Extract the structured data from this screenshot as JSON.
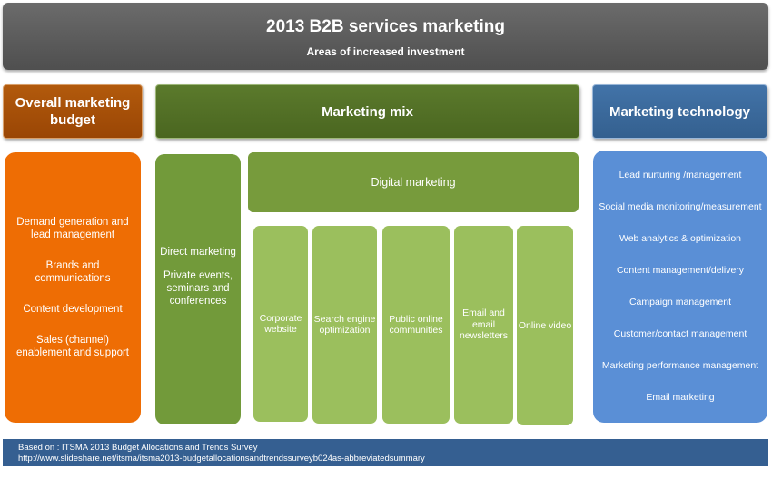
{
  "header": {
    "title": "2013 B2B services marketing",
    "subtitle": "Areas of increased investment"
  },
  "columns": {
    "budget": "Overall marketing budget",
    "mix": "Marketing mix",
    "technology": "Marketing technology"
  },
  "budget_items": [
    "Demand generation and lead management",
    "Brands and communications",
    "Content development",
    "Sales (channel) enablement and support"
  ],
  "direct_items": [
    "Direct marketing",
    "Private events, seminars and conferences"
  ],
  "digital": {
    "title": "Digital marketing",
    "items": [
      "Corporate website",
      "Search engine optimization",
      "Public online communities",
      "Email and email newsletters",
      "Online video"
    ]
  },
  "technology_items": [
    "Lead nurturing /management",
    "Social media monitoring/measurement",
    "Web analytics & optimization",
    "Content management/delivery",
    "Campaign management",
    "Customer/contact management",
    "Marketing performance management",
    "Email marketing"
  ],
  "footer": {
    "source": "Based on : ITSMA 2013 Budget Allocations and Trends Survey",
    "url": "http://www.slideshare.net/itsma/itsma2013-budgetallocationsandtrendssurveyb024as-abbreviatedsummary"
  },
  "colors": {
    "header": "#5e5e5e",
    "budget": "#ee6d04",
    "budget_header": "#a44f08",
    "mix_header": "#54712a",
    "direct": "#729a3a",
    "digital": "#779b3c",
    "digital_items": "#9bbf5d",
    "technology": "#5a8fd6",
    "technology_header": "#3b6a9c",
    "footer": "#355f91"
  }
}
